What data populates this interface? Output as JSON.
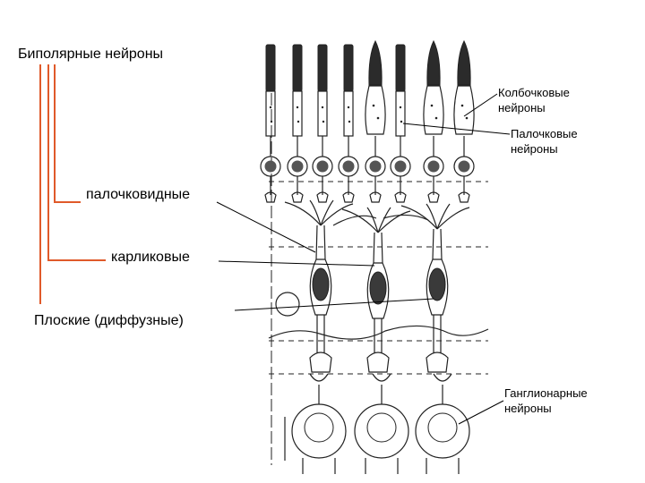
{
  "diagram": {
    "group_title": "Биполярные нейроны",
    "labels": {
      "rod_like": "палочковидные",
      "midget": "карликовые",
      "flat": "Плоские (диффузные)"
    },
    "annotations": {
      "cone_line1": "Колбочковые",
      "cone_line2": "нейроны",
      "rod_line1": "Палочковые",
      "rod_line2": "нейроны",
      "ganglion_line1": "Ганглионарные",
      "ganglion_line2": "нейроны"
    },
    "colors": {
      "bracket": "#e05a2a",
      "ink": "#222222",
      "pointer": "#000000"
    }
  }
}
